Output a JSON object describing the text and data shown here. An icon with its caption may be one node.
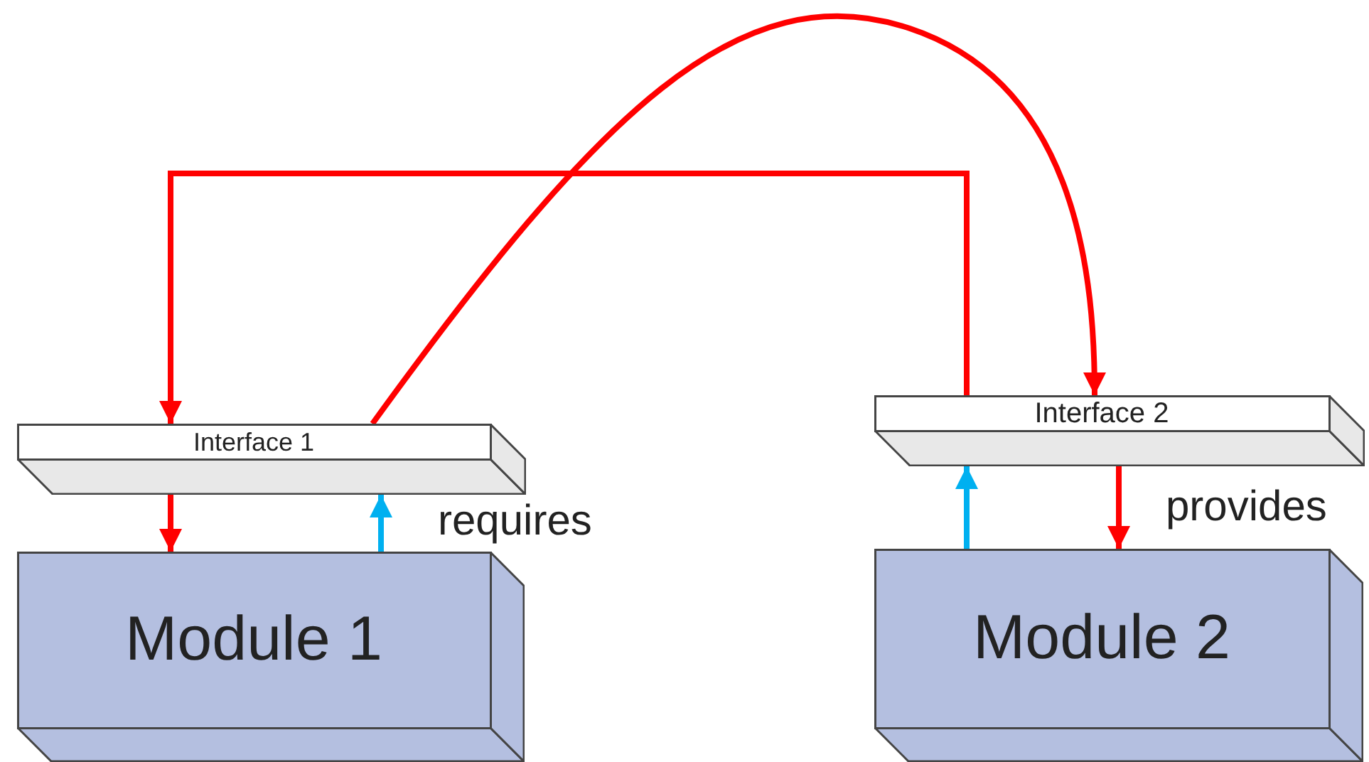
{
  "diagram": {
    "nodes": [
      {
        "text": [
          "Interface 1"
        ]
      },
      {
        "text": [
          "Module 1"
        ]
      },
      {
        "text": [
          "Interface 2"
        ]
      },
      {
        "text": [
          "Module 2"
        ]
      }
    ],
    "edges": [
      {
        "from": 0,
        "to": 1,
        "arrow": "to"
      },
      {
        "from": 1,
        "to": 0,
        "arrow": "to",
        "color": "#00b0f0",
        "label": "requires"
      },
      {
        "from": 3,
        "to": 2,
        "arrow": "to",
        "color": "#00b0f0"
      },
      {
        "from": 2,
        "to": 3,
        "arrow": "to",
        "label": "provides"
      },
      {
        "from": 2,
        "to": 0,
        "arrow": "to"
      },
      {
        "from": 0,
        "to": 2,
        "arrow": "to"
      }
    ]
  }
}
